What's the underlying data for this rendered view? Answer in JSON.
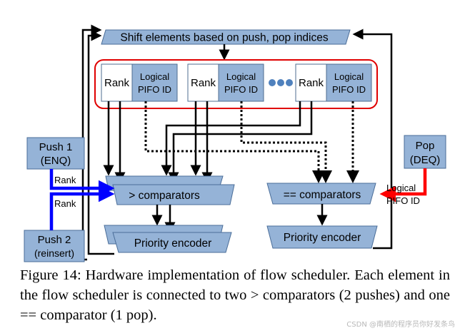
{
  "diagram": {
    "shift_label": "Shift elements based on push, pop indices",
    "entries": [
      {
        "rank": "Rank",
        "pifo_id_line1": "Logical",
        "pifo_id_line2": "PIFO ID"
      },
      {
        "rank": "Rank",
        "pifo_id_line1": "Logical",
        "pifo_id_line2": "PIFO ID"
      },
      {
        "rank": "Rank",
        "pifo_id_line1": "Logical",
        "pifo_id_line2": "PIFO ID"
      }
    ],
    "push1_line1": "Push 1",
    "push1_line2": "(ENQ)",
    "push2_line1": "Push 2",
    "push2_line2": "(reinsert)",
    "pop_line1": "Pop",
    "pop_line2": "(DEQ)",
    "rank_label_1": "Rank",
    "rank_label_2": "Rank",
    "gt_comparators": "> comparators",
    "eq_comparators": "== comparators",
    "priority_encoder_left": "Priority encoder",
    "priority_encoder_right": "Priority encoder",
    "logical_pifo_label_line1": "Logical",
    "logical_pifo_label_line2": "PIFO ID",
    "colors": {
      "box_fill": "#95b3d7",
      "push_arrow": "#0000ff",
      "pop_arrow": "#ff0000",
      "outline_red": "#e00000",
      "dots": "#4f81bd"
    }
  },
  "caption": "Figure 14:  Hardware implementation of flow scheduler. Each element in the flow scheduler is connected to two > comparators (2 pushes) and one == comparator (1 pop).",
  "watermark": "CSDN @南栖的程序员你好发条鸟"
}
